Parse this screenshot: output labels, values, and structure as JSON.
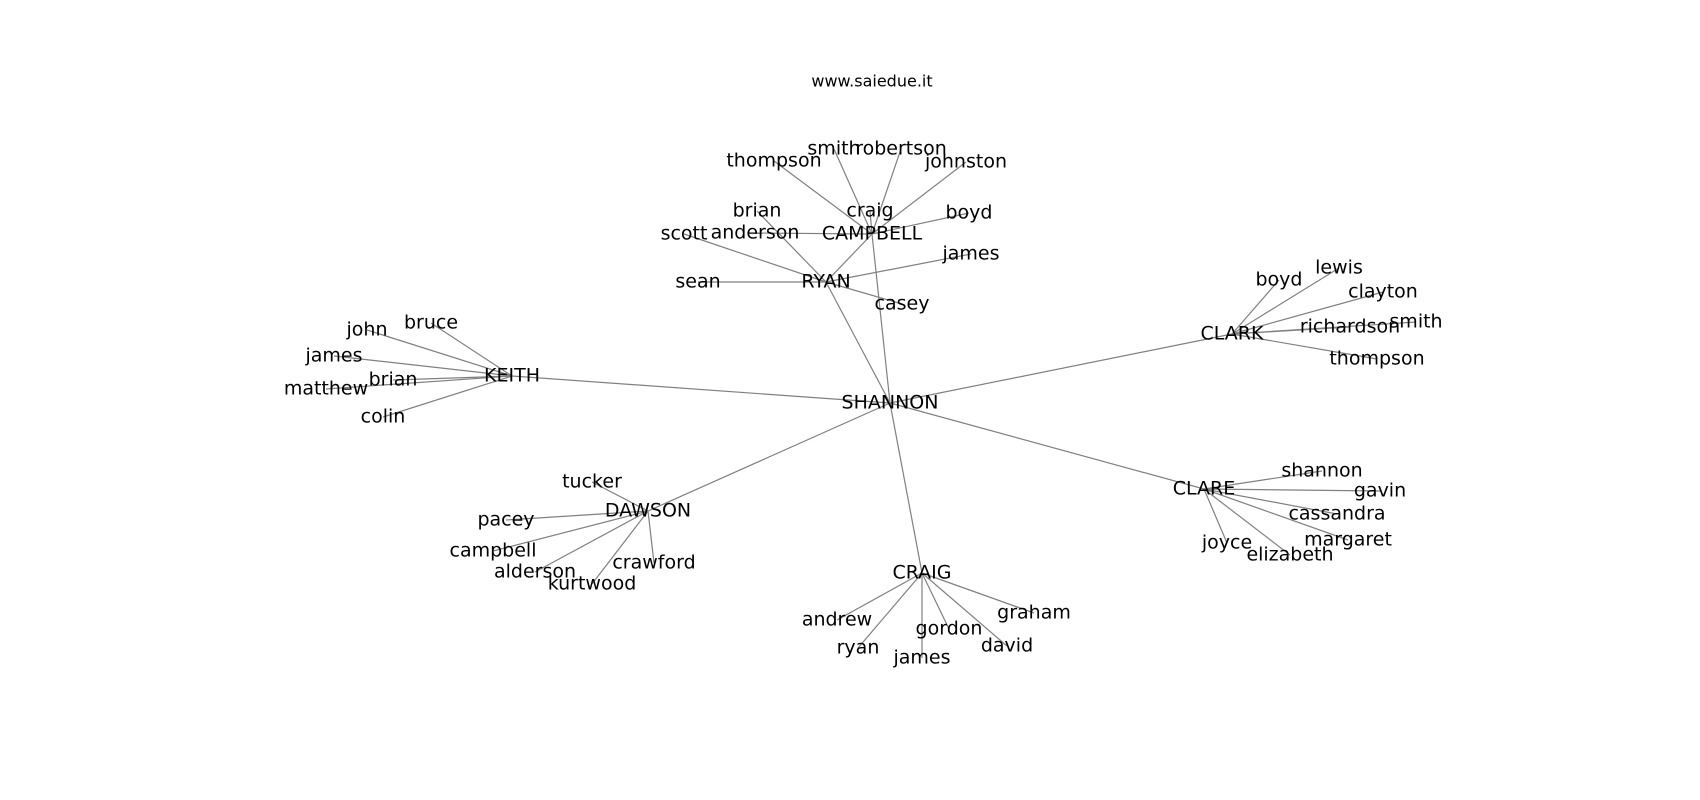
{
  "site_label": "www.saiedue.it",
  "root": "SHANNON",
  "hubs": [
    {
      "id": "keith",
      "label": "KEITH",
      "parent": "shannon",
      "leaves": [
        "john",
        "bruce",
        "james",
        "matthew",
        "brian",
        "colin"
      ]
    },
    {
      "id": "ryan",
      "label": "RYAN",
      "parent": "shannon",
      "leaves": [
        "sean",
        "scott",
        "brian",
        "james",
        "casey"
      ]
    },
    {
      "id": "campbell",
      "label": "CAMPBELL",
      "parent": "shannon",
      "leaves": [
        "thompson",
        "smith",
        "robertson",
        "johnston",
        "craig",
        "boyd",
        "anderson"
      ]
    },
    {
      "id": "clark",
      "label": "CLARK",
      "parent": "shannon",
      "leaves": [
        "boyd",
        "lewis",
        "clayton",
        "richardson",
        "smith",
        "thompson"
      ]
    },
    {
      "id": "clare",
      "label": "CLARE",
      "parent": "shannon",
      "leaves": [
        "shannon",
        "gavin",
        "cassandra",
        "margaret",
        "joyce",
        "elizabeth"
      ]
    },
    {
      "id": "dawson",
      "label": "DAWSON",
      "parent": "shannon",
      "leaves": [
        "tucker",
        "pacey",
        "campbell",
        "alderson",
        "crawford",
        "kurtwood"
      ]
    },
    {
      "id": "craig",
      "label": "CRAIG",
      "parent": "shannon",
      "leaves": [
        "andrew",
        "graham",
        "gordon",
        "ryan",
        "david",
        "james"
      ]
    }
  ],
  "extra_edges": [
    {
      "from": "campbell",
      "to": "ryan"
    }
  ]
}
